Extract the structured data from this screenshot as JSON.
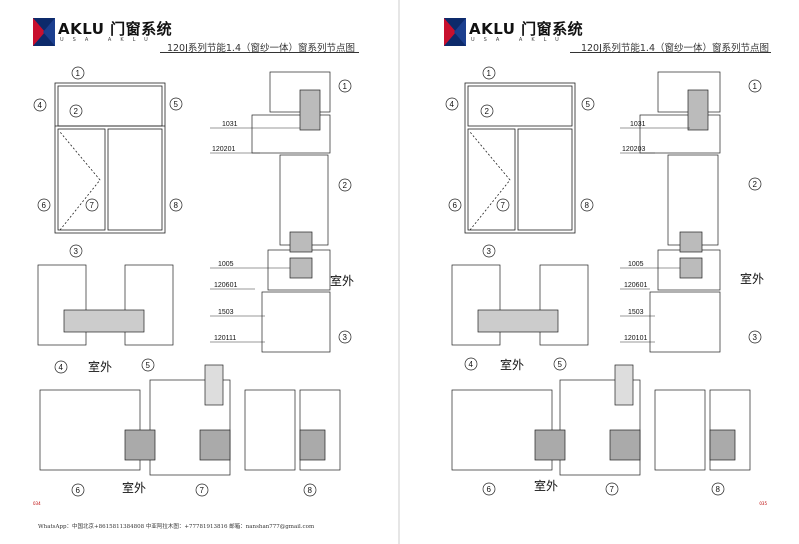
{
  "brand": {
    "name": "AKLU 门窗系统",
    "tagline": "USA AKLU",
    "accent": "#1c3f8f",
    "mark_red": "#c8102e"
  },
  "pages": [
    {
      "title": "120J系列节能1.4（窗纱一体）窗系列节点图",
      "labels": {
        "top": "1031",
        "mid": "120201",
        "p1005": "1005",
        "p120601": "120601",
        "p1503": "1503",
        "bottom": "120111"
      },
      "room_right": "室外",
      "room_mid": "室外",
      "room_bottom": "室外",
      "page_number": "034"
    },
    {
      "title": "120J系列节能1.4（窗纱一体）窗系列节点图",
      "labels": {
        "top": "1031",
        "mid": "120203",
        "p1005": "1005",
        "p120601": "120601",
        "p1503": "1503",
        "bottom": "120101"
      },
      "room_right": "室外",
      "room_mid": "室外",
      "room_bottom": "室外",
      "page_number": "035"
    }
  ],
  "callouts": [
    "1",
    "2",
    "3",
    "4",
    "5",
    "6",
    "7",
    "8"
  ],
  "footer": "WhatsApp：中国北京+8615811384808 中亚阿拉木图：+77781913816 邮箱：nanshan777@gmail.com"
}
